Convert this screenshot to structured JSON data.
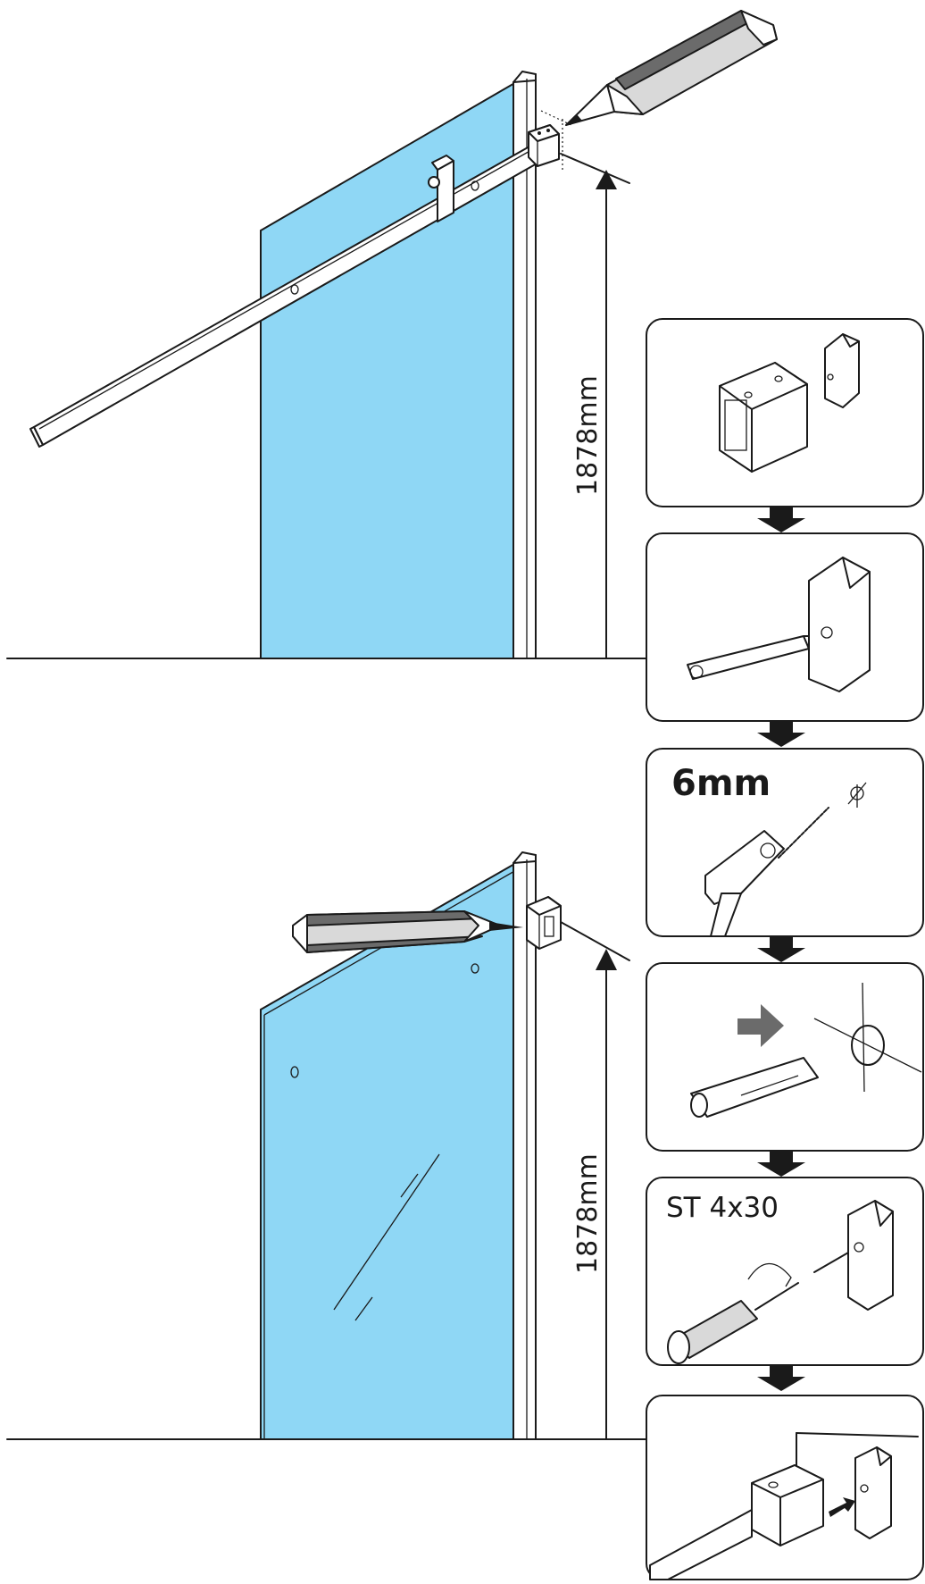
{
  "dimensions": {
    "top_height": "1878mm",
    "bottom_height": "1878mm"
  },
  "steps": {
    "drill": {
      "label": "6mm",
      "name": "drill-step"
    },
    "screw": {
      "label": "ST 4x30",
      "name": "screw-step"
    }
  },
  "colors": {
    "glass": "#8fd7f5",
    "line": "#1a1a1a",
    "accent_grey": "#6b6b6b"
  },
  "icons": [
    "pencil-icon",
    "bracket-icon",
    "wall-clip-icon",
    "drill-icon",
    "wall-plug-icon",
    "screwdriver-icon",
    "hex-key-icon",
    "arrow-down-icon"
  ]
}
